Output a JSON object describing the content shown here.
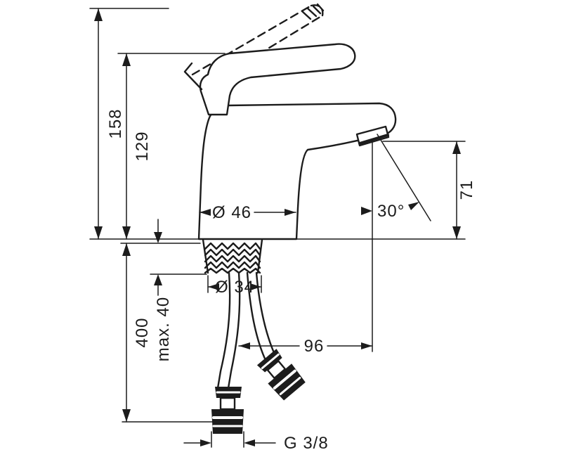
{
  "diagram": {
    "labels": {
      "height_total": "158",
      "height_to_spout": "129",
      "base_diameter": "Ø 46",
      "shank_diameter": "Ø 34",
      "hose_length": "400",
      "max_mounting_thickness": "max. 40",
      "spout_reach": "96",
      "spray_angle": "30°",
      "spout_height": "71",
      "connection_thread": "G 3/8"
    },
    "colors": {
      "line": "#1c1c1c",
      "background": "#ffffff"
    }
  }
}
